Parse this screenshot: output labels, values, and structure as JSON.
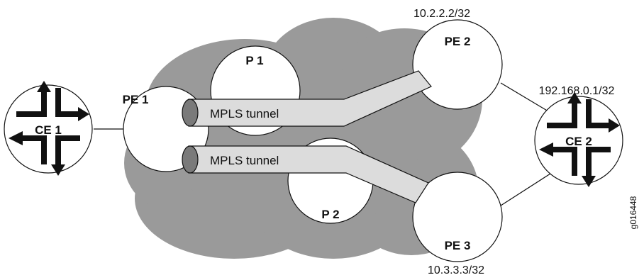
{
  "nodes": {
    "ce1": {
      "label": "CE 1"
    },
    "ce2": {
      "label": "CE 2"
    },
    "pe1": {
      "label": "PE 1"
    },
    "pe2": {
      "label": "PE 2",
      "address": "10.2.2.2/32"
    },
    "pe3": {
      "label": "PE 3",
      "address": "10.3.3.3/32"
    },
    "p1": {
      "label": "P 1"
    },
    "p2": {
      "label": "P 2"
    }
  },
  "ce2_address": "192.168.0.1/32",
  "tunnels": [
    {
      "label": "MPLS tunnel"
    },
    {
      "label": "MPLS tunnel"
    }
  ],
  "figure_id": "g016448",
  "colors": {
    "cloud": "#9a9a9a",
    "tunnel_fill": "#dcdcdc",
    "tunnel_cap": "#7a7a7a",
    "stroke": "#111111",
    "node_fill": "#ffffff"
  }
}
